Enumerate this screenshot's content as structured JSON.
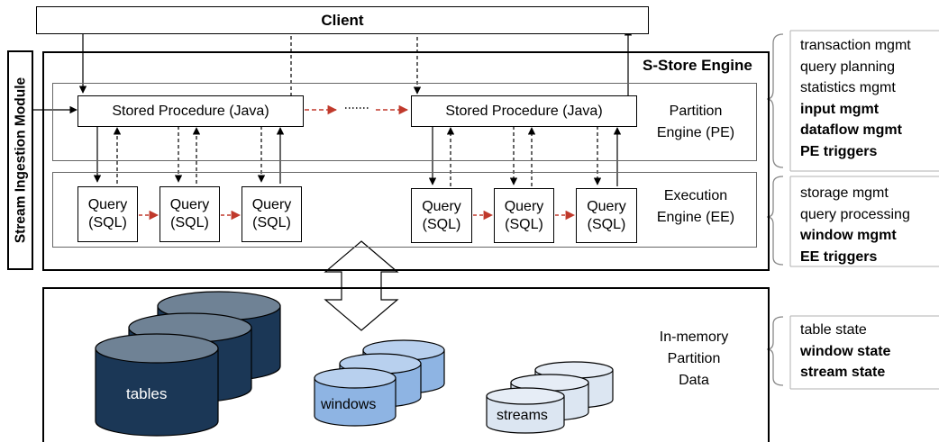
{
  "client": {
    "label": "Client"
  },
  "ingestion": {
    "label": "Stream Ingestion Module"
  },
  "engine": {
    "label": "S-Store Engine"
  },
  "pe": {
    "label_line1": "Partition",
    "label_line2": "Engine (PE)",
    "sp_left": "Stored Procedure (Java)",
    "sp_right": "Stored Procedure (Java)"
  },
  "ee": {
    "label_line1": "Execution",
    "label_line2": "Engine (EE)",
    "query_line1": "Query",
    "query_line2": "(SQL)"
  },
  "data": {
    "label_line1": "In-memory",
    "label_line2": "Partition",
    "label_line3": "Data",
    "tables": "tables",
    "windows": "windows",
    "streams": "streams"
  },
  "side_pe": [
    {
      "text": "transaction mgmt",
      "bold": false
    },
    {
      "text": "query planning",
      "bold": false
    },
    {
      "text": "statistics mgmt",
      "bold": false
    },
    {
      "text": "input mgmt",
      "bold": true
    },
    {
      "text": "dataflow mgmt",
      "bold": true
    },
    {
      "text": "PE triggers",
      "bold": true
    }
  ],
  "side_ee": [
    {
      "text": "storage mgmt",
      "bold": false
    },
    {
      "text": "query processing",
      "bold": false
    },
    {
      "text": "window mgmt",
      "bold": true
    },
    {
      "text": "EE triggers",
      "bold": true
    }
  ],
  "side_data": [
    {
      "text": "table state",
      "bold": false
    },
    {
      "text": "window state",
      "bold": true
    },
    {
      "text": "stream state",
      "bold": true
    }
  ],
  "colors": {
    "dataflow_arrow": "#c0392b",
    "tables_fill": "#1b3756",
    "tables_top": "#6f8295",
    "windows_fill": "#8eb4e3",
    "windows_top": "#b8d0ee",
    "streams_fill": "#dce6f2",
    "streams_top": "#e6edf6"
  }
}
